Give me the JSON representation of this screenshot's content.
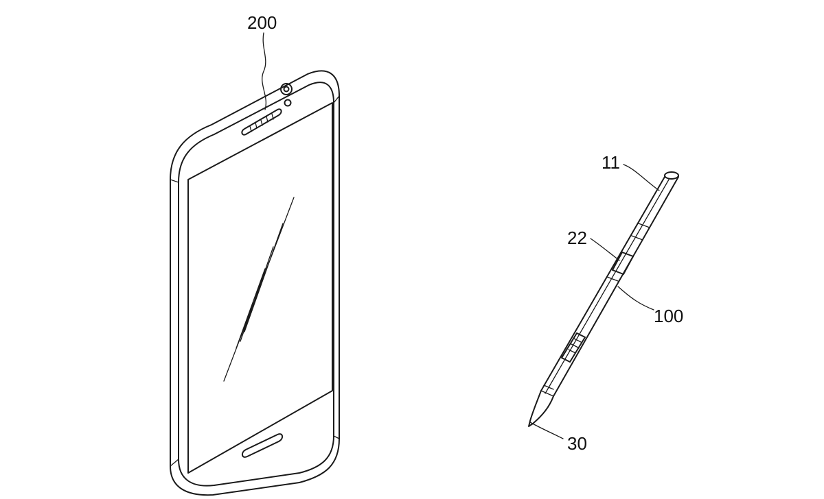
{
  "labels": {
    "device": "200",
    "pen_top": "11",
    "pen_button": "22",
    "pen_body": "100",
    "pen_tip": "30"
  }
}
